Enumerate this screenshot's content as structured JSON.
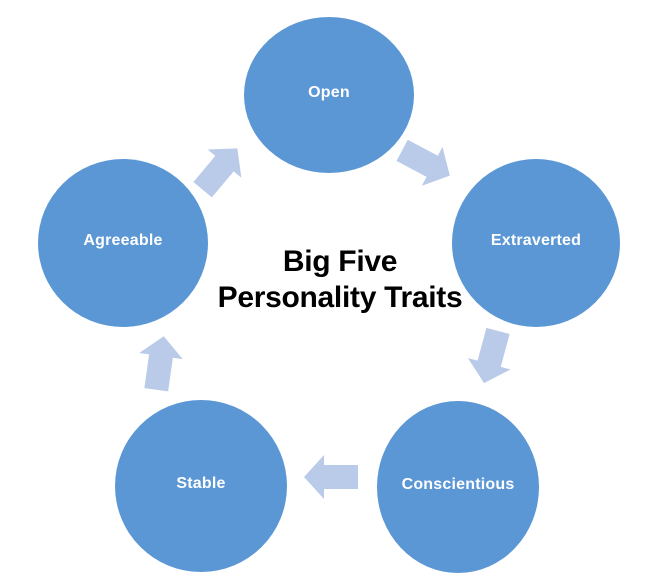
{
  "diagram": {
    "type": "cycle",
    "title_line1": "Big Five",
    "title_line2": "Personality Traits",
    "nodes": [
      {
        "id": "open",
        "label": "Open"
      },
      {
        "id": "extraverted",
        "label": "Extraverted"
      },
      {
        "id": "conscientious",
        "label": "Conscientious"
      },
      {
        "id": "stable",
        "label": "Stable"
      },
      {
        "id": "agreeable",
        "label": "Agreeable"
      }
    ],
    "arrows": [
      {
        "from": "Agreeable",
        "to": "Open"
      },
      {
        "from": "Open",
        "to": "Extraverted"
      },
      {
        "from": "Extraverted",
        "to": "Conscientious"
      },
      {
        "from": "Conscientious",
        "to": "Stable"
      },
      {
        "from": "Stable",
        "to": "Agreeable"
      }
    ],
    "colors": {
      "background": "#ffffff",
      "node_fill": "#5b97d4",
      "node_text": "#ffffff",
      "arrow_fill": "#b9cbe9",
      "title_text": "#000000"
    }
  }
}
